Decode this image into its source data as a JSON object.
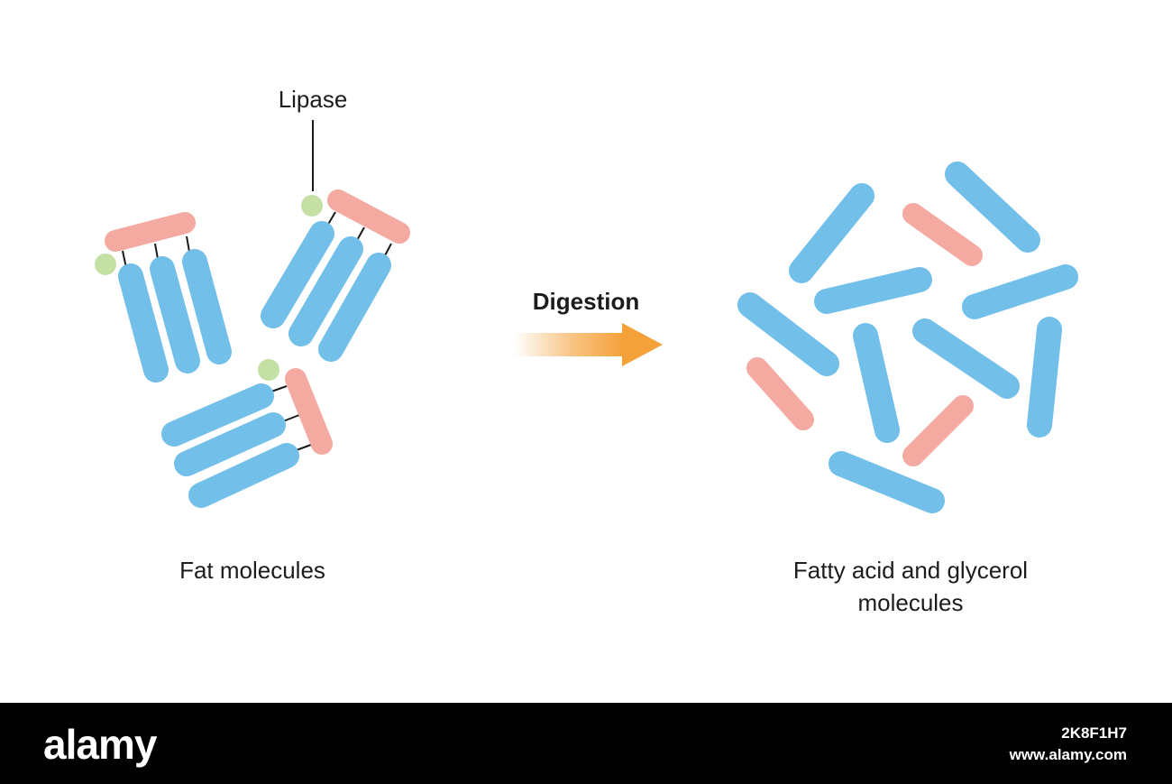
{
  "labels": {
    "enzyme": "Lipase",
    "process": "Digestion",
    "reactant": "Fat molecules",
    "product_line1": "Fatty acid and glycerol",
    "product_line2": "molecules"
  },
  "colors": {
    "fatty_acid": "#72bfea",
    "glycerol": "#f4a9a1",
    "lipase": "#c4e0a4",
    "bond": "#1a1a1a",
    "arrow": "#f5a13a"
  },
  "legend_map": {
    "blue_rod": "fatty-acid-chain",
    "pink_rod": "glycerol-backbone",
    "green_dot": "lipase-enzyme"
  },
  "footer": {
    "logo": "alamy",
    "image_id": "2K8F1H7",
    "site": "www.alamy.com"
  }
}
